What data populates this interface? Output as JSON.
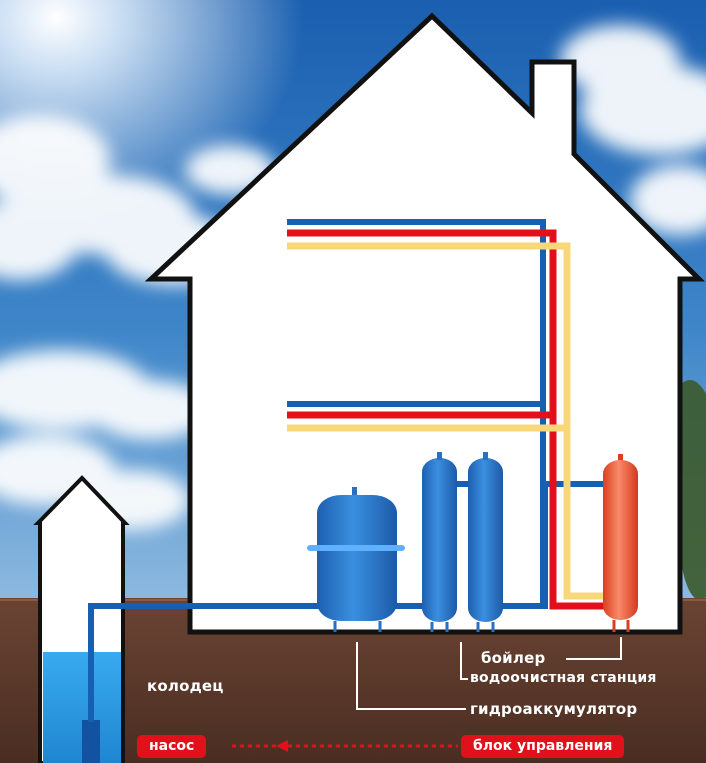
{
  "labels": {
    "well": "колодец",
    "boiler": "бойлер",
    "water_station": "водоочистная станция",
    "accumulator": "гидроаккумулятор",
    "pump": "насос",
    "control_unit": "блок управления"
  },
  "colors": {
    "cold_pipe": "#1560b3",
    "hot_pipe": "#e3101b",
    "return_pipe": "#f8d77a",
    "ground": "#5e3b2c",
    "water": "#2e9ee3",
    "tag_bg": "#e0111b"
  }
}
